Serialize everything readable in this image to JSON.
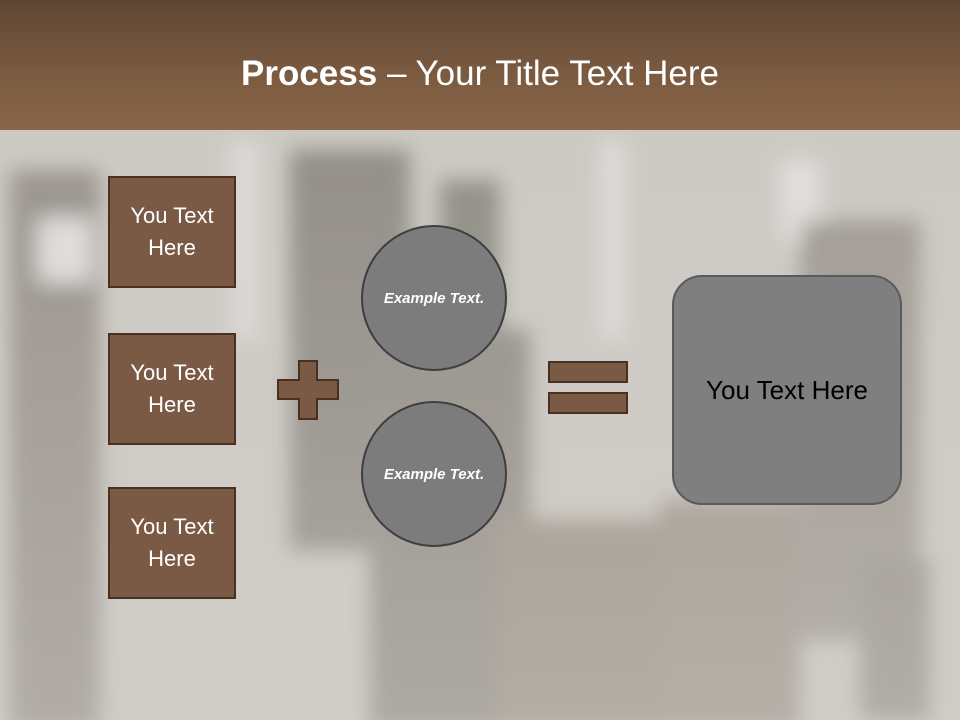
{
  "title": {
    "bold": "Process",
    "separator": " – ",
    "rest": "Your Title Text Here"
  },
  "left_boxes": [
    {
      "label": "You Text Here"
    },
    {
      "label": "You Text Here"
    },
    {
      "label": "You Text Here"
    }
  ],
  "circles": [
    {
      "label": "Example Text."
    },
    {
      "label": "Example Text."
    }
  ],
  "result": {
    "label": "You Text Here"
  },
  "colors": {
    "title_bar": "#7a5a40",
    "box_fill": "#7a5a45",
    "circle_fill": "#7c7c7c",
    "result_fill": "#7f7f7f"
  }
}
